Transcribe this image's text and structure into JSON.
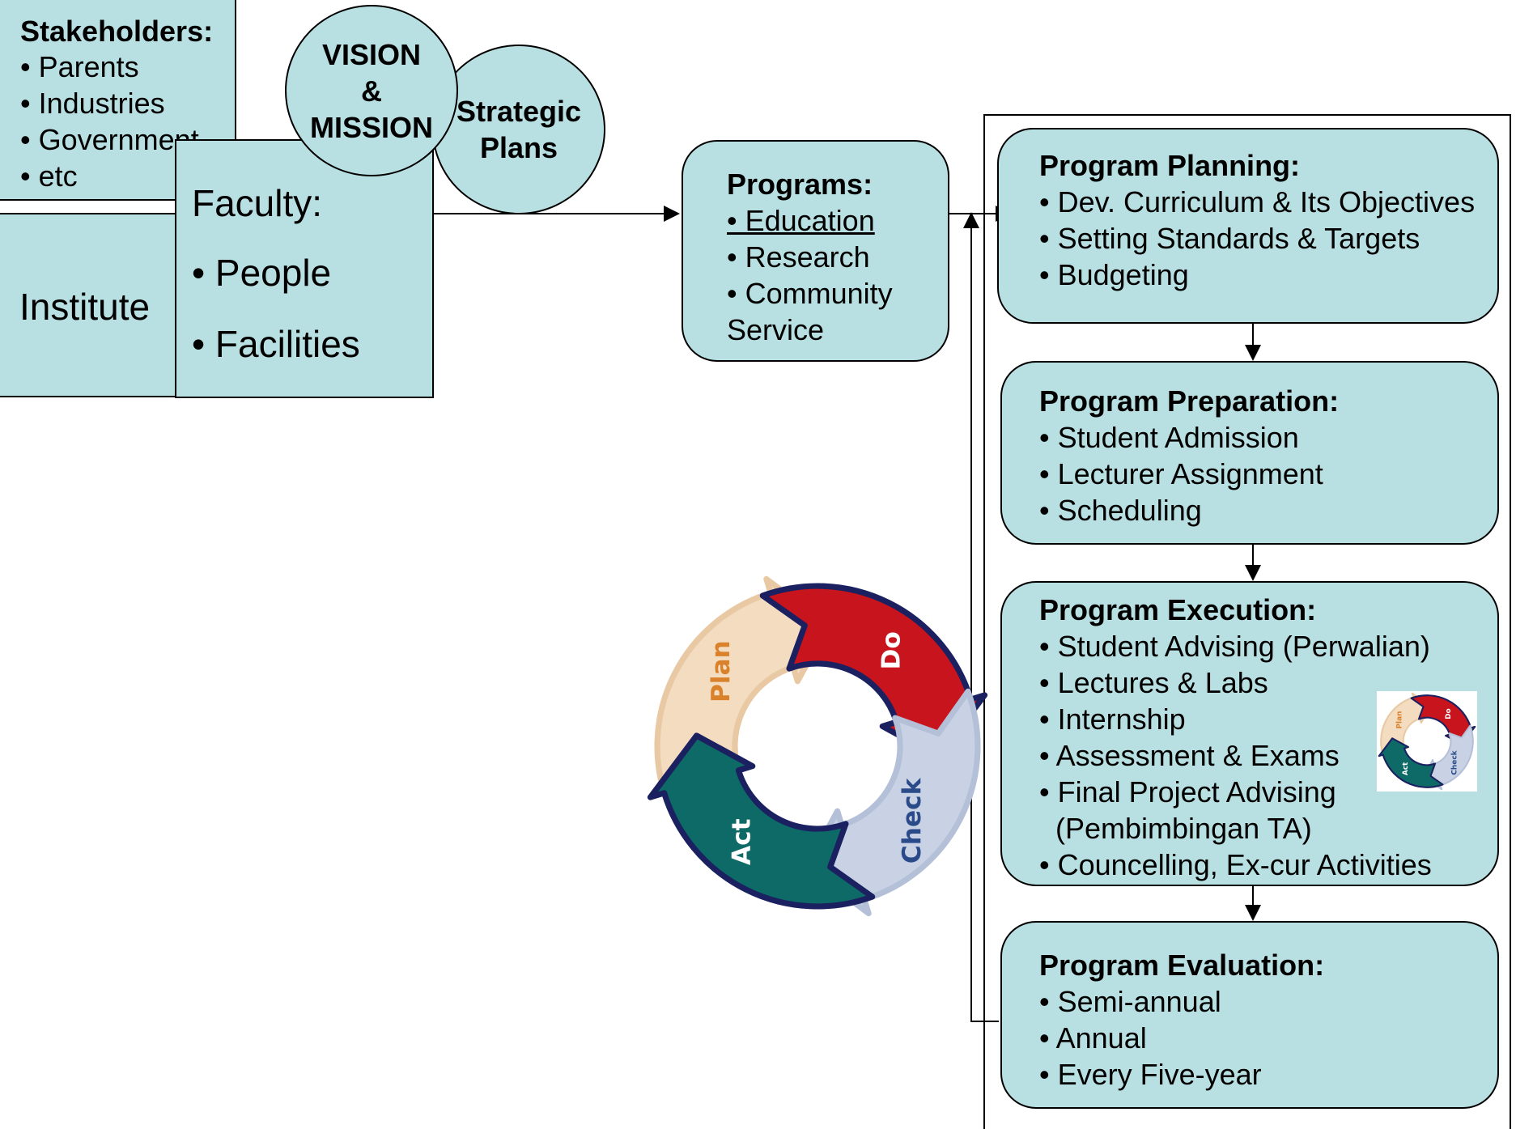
{
  "stakeholders": {
    "title": "Stakeholders:",
    "items": [
      "• Parents",
      "• Industries",
      "• Government",
      "• etc"
    ]
  },
  "institute": {
    "label": "Institute"
  },
  "faculty": {
    "title": "Faculty:",
    "items": [
      "• People",
      "• Facilities"
    ]
  },
  "vision": {
    "line1": "VISION",
    "line2": "&",
    "line3": "MISSION"
  },
  "strategic": {
    "line1": "Strategic",
    "line2": "Plans"
  },
  "programs": {
    "title": "Programs:",
    "items": [
      "• Education",
      "• Research",
      "• Community",
      "Service"
    ]
  },
  "stages": [
    {
      "title": "Program Planning:",
      "items": [
        "• Dev. Curriculum & Its Objectives",
        "• Setting Standards & Targets",
        "• Budgeting"
      ]
    },
    {
      "title": "Program Preparation:",
      "items": [
        "• Student Admission",
        "• Lecturer Assignment",
        "• Scheduling"
      ]
    },
    {
      "title": "Program Execution:",
      "items": [
        "• Student Advising (Perwalian)",
        "• Lectures & Labs",
        "• Internship",
        "• Assessment & Exams",
        "• Final Project Advising",
        "  (Pembimbingan TA)",
        "• Councelling, Ex-cur Activities"
      ]
    },
    {
      "title": "Program Evaluation:",
      "items": [
        "• Semi-annual",
        "• Annual",
        "• Every Five-year"
      ]
    }
  ],
  "pdca": {
    "plan": "Plan",
    "do": "Do",
    "check": "Check",
    "act": "Act"
  },
  "colors": {
    "box_fill": "#b8e0e2",
    "plan": "#f3dcc0",
    "do": "#c8141c",
    "check": "#c8d2e4",
    "act": "#0e6a66",
    "outline": "#1a2060"
  }
}
